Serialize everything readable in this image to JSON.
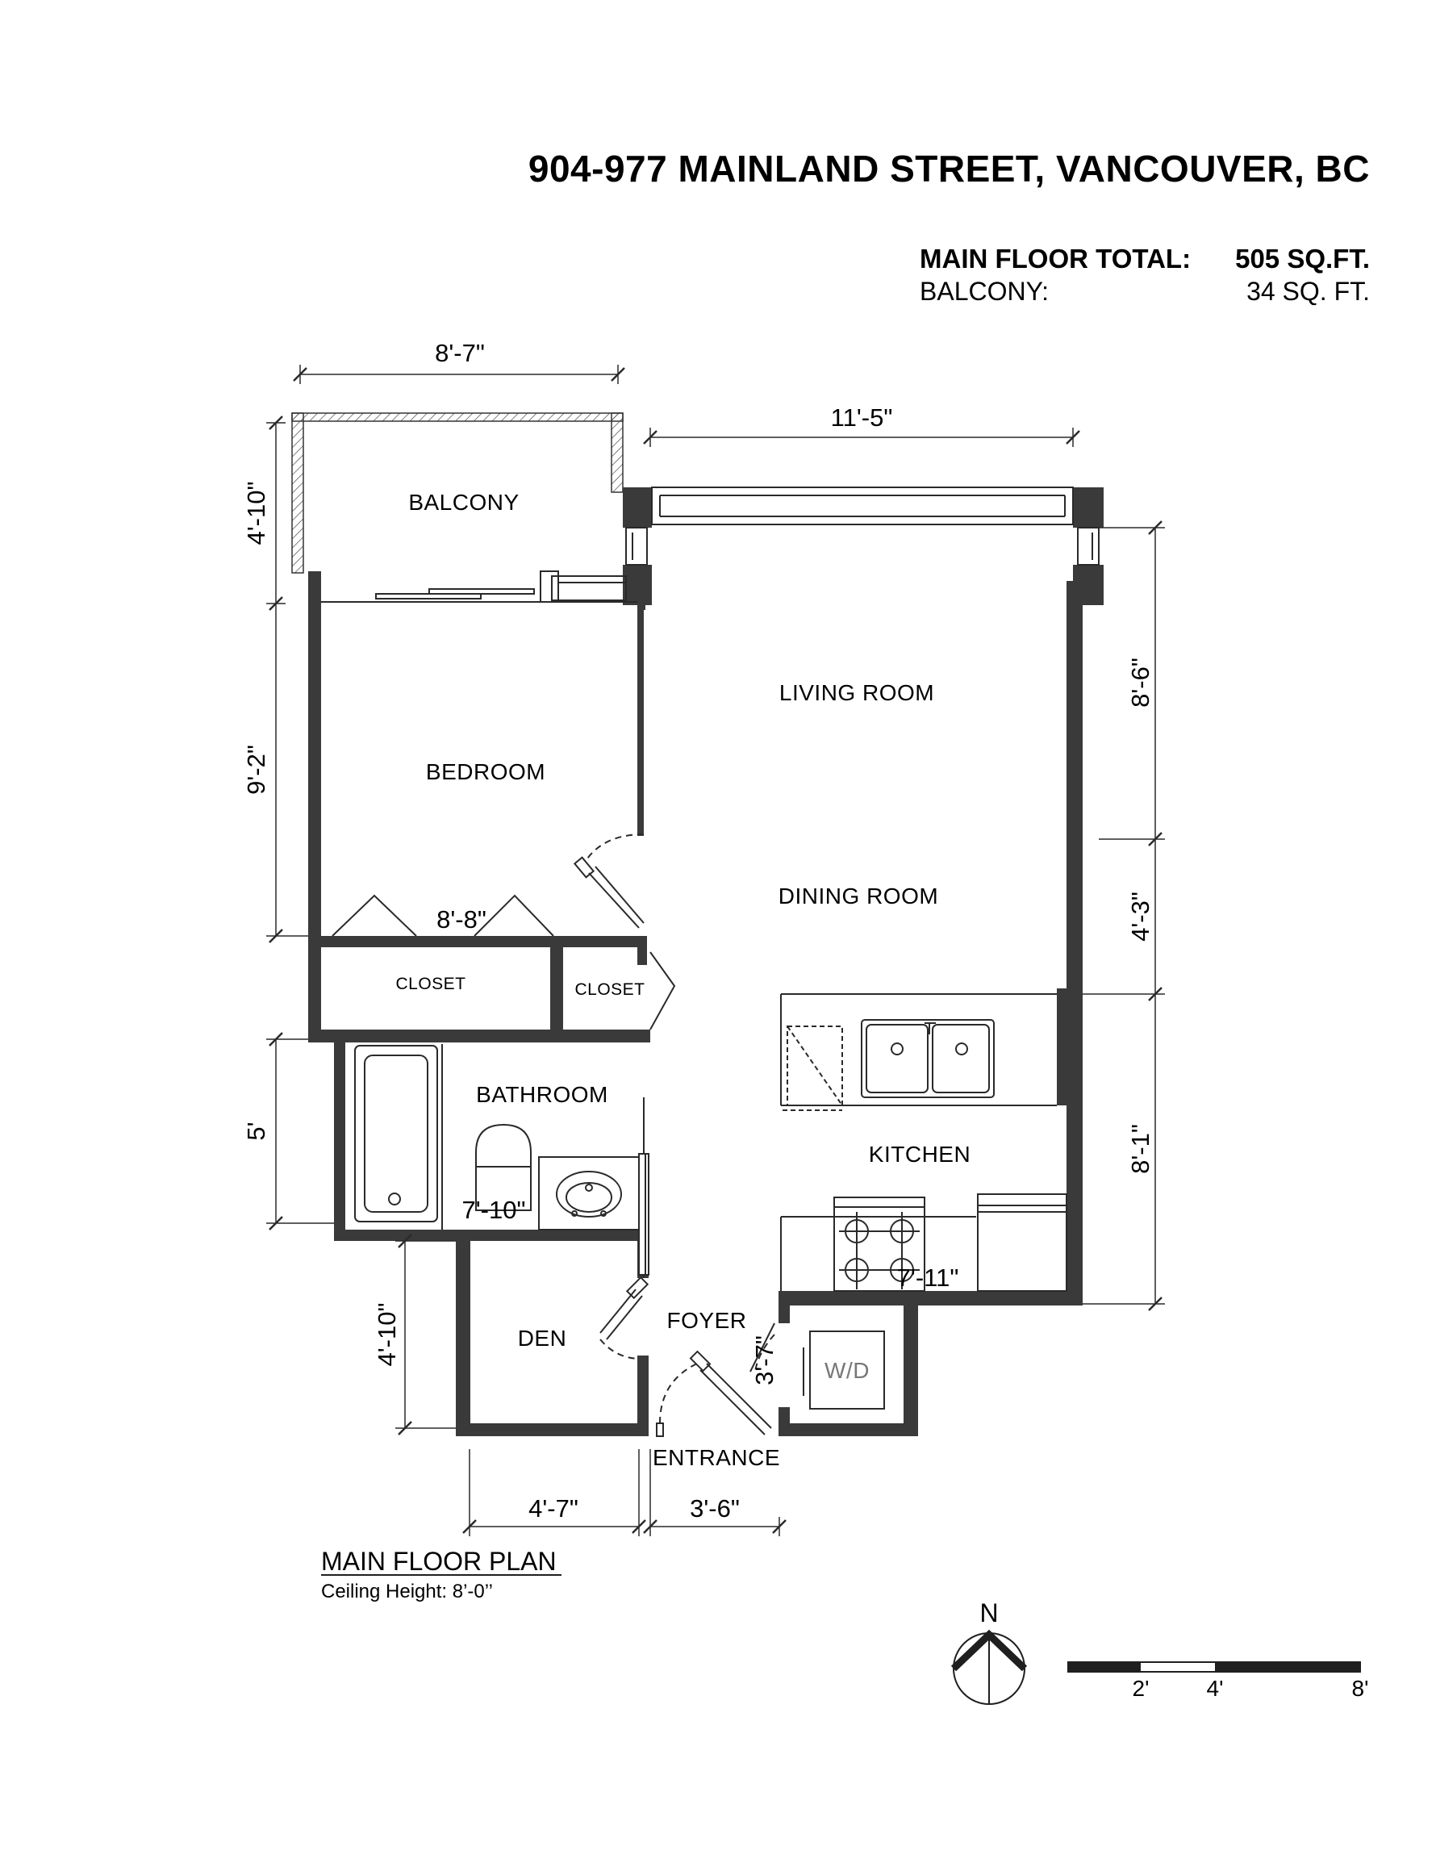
{
  "header": {
    "address": "904-977 MAINLAND STREET, VANCOUVER, BC",
    "main_floor_label": "MAIN FLOOR TOTAL:",
    "main_floor_value": "505 SQ.FT.",
    "balcony_label": "BALCONY:",
    "balcony_value": "34 SQ. FT."
  },
  "rooms": {
    "balcony": "BALCONY",
    "bedroom": "BEDROOM",
    "living_room": "LIVING ROOM",
    "dining_room": "DINING ROOM",
    "closet_left": "CLOSET",
    "closet_right": "CLOSET",
    "bathroom": "BATHROOM",
    "kitchen": "KITCHEN",
    "den": "DEN",
    "foyer": "FOYER",
    "laundry": "W/D",
    "entrance": "ENTRANCE"
  },
  "dimensions": {
    "balcony_width": "8'-7\"",
    "balcony_depth": "4'-10\"",
    "living_width": "11'-5\"",
    "living_depth": "8'-6\"",
    "dining_depth": "4'-3\"",
    "kitchen_depth": "8'-1\"",
    "bedroom_depth": "9'-2\"",
    "bedroom_width": "8'-8\"",
    "bathroom_depth": "5'",
    "bathroom_width": "7'-10\"",
    "kitchen_width": "7'-11\"",
    "den_depth": "4'-10\"",
    "den_width": "4'-7\"",
    "entrance_width": "3'-6\"",
    "laundry_depth": "3'-7\""
  },
  "footer": {
    "plan_title": "MAIN FLOOR PLAN",
    "ceiling": "Ceiling Height: 8’-0’’",
    "north": "N",
    "scale_labels": [
      "2'",
      "4'",
      "8'"
    ]
  },
  "colors": {
    "wall": "#3a3a3a",
    "line": "#2a2a2a",
    "text": "#1f1f1f"
  }
}
